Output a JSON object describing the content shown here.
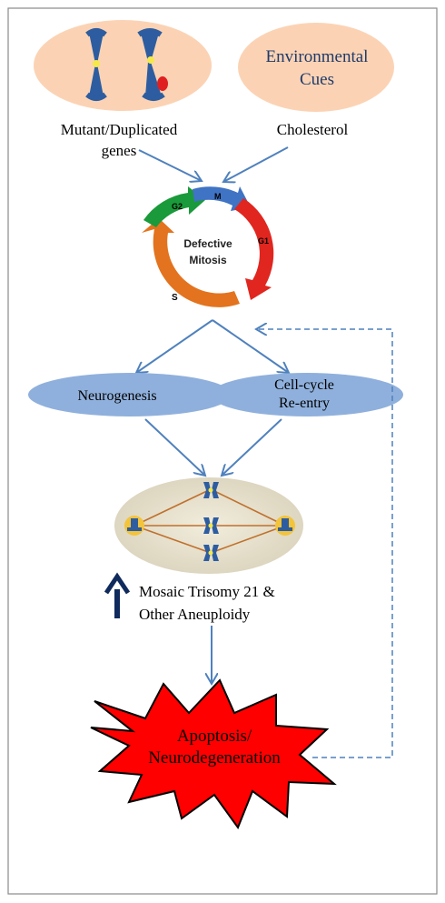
{
  "inputs": {
    "genes_label_line1": "Mutant/Duplicated",
    "genes_label_line2": "genes",
    "env_label_line1": "Environmental",
    "env_label_line2": "Cues",
    "cholesterol_label": "Cholesterol"
  },
  "cycle": {
    "center_line1": "Defective",
    "center_line2": "Mitosis",
    "phases": {
      "g2": "G2",
      "m": "M",
      "g1": "G1",
      "s": "S"
    }
  },
  "outcomes": {
    "neurogenesis": "Neurogenesis",
    "reentry_line1": "Cell-cycle",
    "reentry_line2": "Re-entry"
  },
  "aneuploidy": {
    "line1": "Mosaic Trisomy 21 &",
    "line2": "Other Aneuploidy"
  },
  "result": {
    "line1": "Apoptosis/",
    "line2": "Neurodegeneration"
  },
  "colors": {
    "arrow": "#4f81bd",
    "peach": "#fbd3b4",
    "chromosome": "#2d5da0",
    "ellipse_blue": "#8fb0dc",
    "burst_red": "#ff0000",
    "g2_green": "#1a9a3a",
    "m_blue": "#3f73c4",
    "g1_red": "#e0261f",
    "s_orange": "#e3731e",
    "up_arrow": "#0f2a5c"
  }
}
